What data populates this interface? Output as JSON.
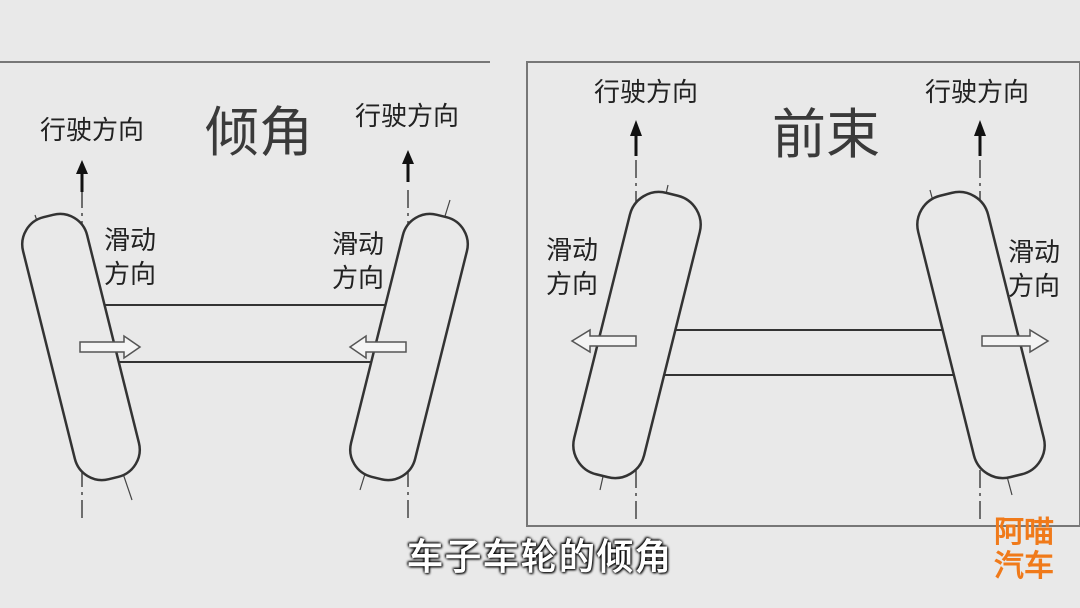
{
  "panels": {
    "left": {
      "title": "倾角",
      "drive_label_left": "行驶方向",
      "drive_label_right": "行驶方向",
      "slide_label_left": [
        "滑动",
        "方向"
      ],
      "slide_label_right": [
        "滑动",
        "方向"
      ]
    },
    "right": {
      "title": "前束",
      "drive_label_left": "行驶方向",
      "drive_label_right": "行驶方向",
      "slide_label_left": [
        "滑动",
        "方向"
      ],
      "slide_label_right": [
        "滑动",
        "方向"
      ]
    }
  },
  "subtitle": "车子车轮的倾角",
  "watermark": {
    "line1": "阿喵",
    "line2": "汽车",
    "color": "#f07a1a"
  }
}
